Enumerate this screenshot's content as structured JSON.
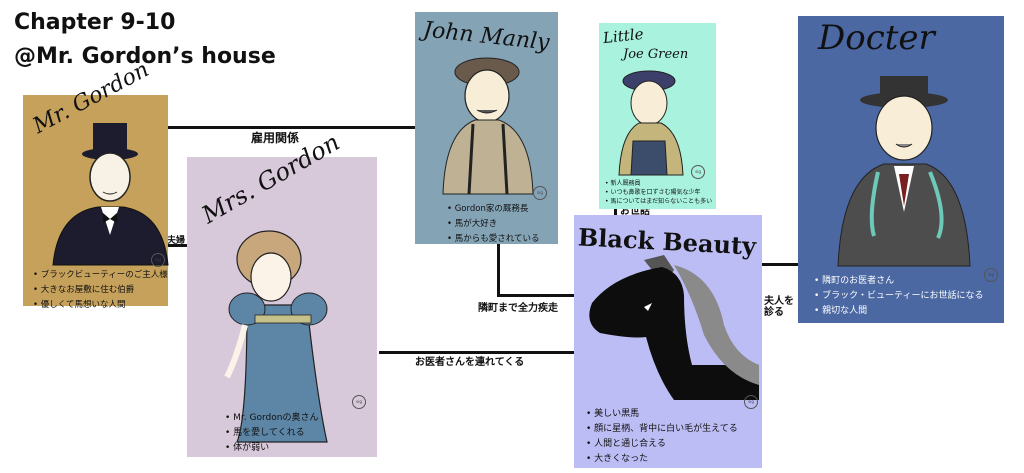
{
  "header": {
    "line1": "Chapter 9-10",
    "line2": "@Mr. Gordon’s house"
  },
  "cards": {
    "mr_gordon": {
      "name": "Mr. Gordon",
      "bg": "#c6a15b",
      "bullets": [
        "ブラックビューティーのご主人様",
        "大きなお屋敷に住む伯爵",
        "優しくて馬想いな人間"
      ]
    },
    "mrs_gordon": {
      "name": "Mrs. Gordon",
      "bg": "#d8c9da",
      "bullets": [
        "Mr. Gordonの奥さん",
        "馬を愛してくれる",
        "体が弱い"
      ]
    },
    "john_manly": {
      "name": "John Manly",
      "bg": "#84a4b6",
      "bullets": [
        "Gordon家の厩務長",
        "馬が大好き",
        "馬からも愛されている"
      ]
    },
    "little_joe": {
      "name_line1": "Little",
      "name_line2": "Joe Green",
      "bg": "#a8f2de",
      "bullets": [
        "新人厩務員",
        "いつも鼻歌を口ずさむ陽気な少年",
        "馬についてはまだ知らないことも多い"
      ]
    },
    "black_beauty": {
      "name": "Black Beauty",
      "bg": "#bdbdf5",
      "bullets": [
        "美しい黒馬",
        "顔に星柄、背中に白い毛が生えてる",
        "人間と通じ合える",
        "大きくなった"
      ]
    },
    "docter": {
      "name": "Docter",
      "bg": "#4b68a3",
      "bullets": [
        "隣町のお医者さん",
        "ブラック・ビューティーにお世話になる",
        "親切な人間"
      ]
    }
  },
  "relations": {
    "employment": "雇用関係",
    "spouses": "夫婦",
    "care": "お世話",
    "rush": "隣町まで全力疾走",
    "bring_doctor": "お医者さんを連れてくる",
    "examine_line1": "夫人を",
    "examine_line2": "診る"
  }
}
